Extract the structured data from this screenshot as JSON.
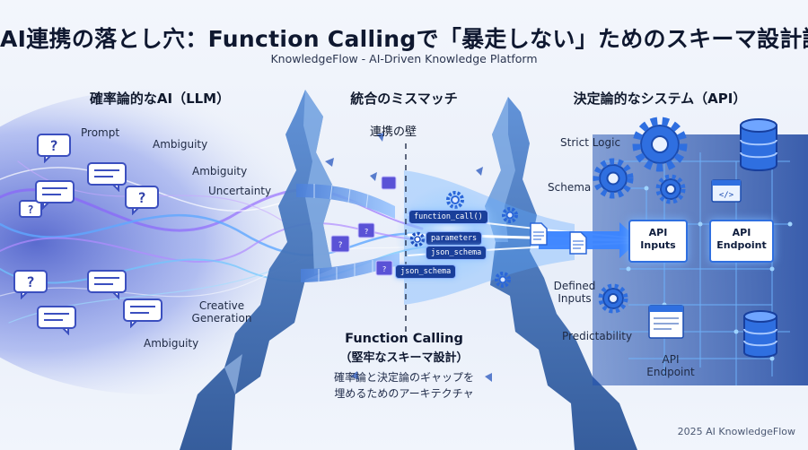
{
  "header": {
    "title": "AI連携の落とし穴：Function Callingで「暴走しない」ためのスキーマ設計論",
    "subtitle": "KnowledgeFlow - AI-Driven Knowledge Platform"
  },
  "left": {
    "heading": "確率論的なAI（LLM）",
    "labels": [
      "Prompt",
      "Ambiguity",
      "Ambiguity",
      "Uncertainty",
      "Creative",
      "Generation",
      "Ambiguity"
    ]
  },
  "center": {
    "heading": "統合のミスマッチ",
    "wall_label": "連携の壁",
    "chips": [
      "function_call()",
      "parameters",
      "json_schema",
      "json_schema"
    ],
    "solution_title": "Function Calling",
    "solution_sub": "（堅牢なスキーマ設計）",
    "caption_line1": "確率論と決定論のギャップを",
    "caption_line2": "埋めるためのアーキテクチャ"
  },
  "right": {
    "heading": "決定論的なシステム（API）",
    "labels": [
      "Strict Logic",
      "Schema",
      "Defined",
      "Inputs",
      "Predictability",
      "API",
      "Endpoint"
    ],
    "box_labels": [
      "API",
      "Inputs",
      "API",
      "Endpoint"
    ]
  },
  "footer": {
    "text": "2025 AI KnowledgeFlow"
  },
  "icons": [
    "question-bubble-icon",
    "chat-bubble-icon",
    "gear-icon",
    "database-icon",
    "document-icon",
    "code-window-icon",
    "arrow-icon"
  ],
  "colors": {
    "accent": "#1f5fd6",
    "glow": "#5fa8ff",
    "purple": "#8a5cff",
    "cliff": "#3d6fb8"
  }
}
